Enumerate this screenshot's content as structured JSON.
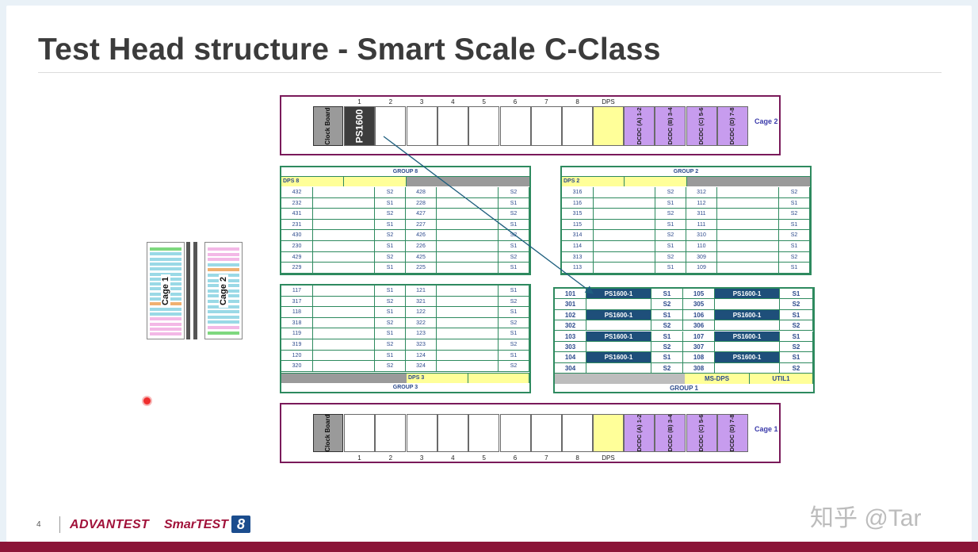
{
  "title": "Test Head structure - Smart Scale C-Class",
  "page_number": "4",
  "footer": {
    "logo_advantest": "ADVANTEST",
    "logo_smartest": "SmarTEST",
    "logo_version": "8"
  },
  "watermark": "知乎 @Tar",
  "cage_figure": {
    "left": "Cage 1",
    "right": "Cage 2"
  },
  "cage2_bar": {
    "clock": "Clock Board",
    "ps": "PS1600",
    "slot_numbers": [
      "1",
      "2",
      "3",
      "4",
      "5",
      "6",
      "7",
      "8"
    ],
    "dps": "DPS",
    "dcdc": [
      "DCDC (A) 1-2",
      "DCDC (B) 3-4",
      "DCDC (C) 5-6",
      "DCDC (D) 7-8"
    ],
    "cage": "Cage 2"
  },
  "cage1_bar": {
    "clock": "Clock Board",
    "slot_numbers": [
      "1",
      "2",
      "3",
      "4",
      "5",
      "6",
      "7",
      "8"
    ],
    "dps": "DPS",
    "dcdc": [
      "DCDC (A) 1-2",
      "DCDC (B) 3-4",
      "DCDC (C) 5-6",
      "DCDC (D) 7-8"
    ],
    "cage": "Cage 1"
  },
  "group8": {
    "title": "GROUP 8",
    "dps": "DPS 8",
    "rows": [
      [
        "432",
        "S2",
        "428",
        "S2"
      ],
      [
        "232",
        "S1",
        "228",
        "S1"
      ],
      [
        "431",
        "S2",
        "427",
        "S2"
      ],
      [
        "231",
        "S1",
        "227",
        "S1"
      ],
      [
        "430",
        "S2",
        "426",
        "S2"
      ],
      [
        "230",
        "S1",
        "226",
        "S1"
      ],
      [
        "429",
        "S2",
        "425",
        "S2"
      ],
      [
        "229",
        "S1",
        "225",
        "S1"
      ]
    ]
  },
  "group2": {
    "title": "GROUP 2",
    "dps": "DPS 2",
    "rows": [
      [
        "316",
        "S2",
        "312",
        "S2"
      ],
      [
        "116",
        "S1",
        "112",
        "S1"
      ],
      [
        "315",
        "S2",
        "311",
        "S2"
      ],
      [
        "115",
        "S1",
        "111",
        "S1"
      ],
      [
        "314",
        "S2",
        "310",
        "S2"
      ],
      [
        "114",
        "S1",
        "110",
        "S1"
      ],
      [
        "313",
        "S2",
        "309",
        "S2"
      ],
      [
        "113",
        "S1",
        "109",
        "S1"
      ]
    ]
  },
  "group3": {
    "title": "GROUP 3",
    "dps": "DPS 3",
    "rows": [
      [
        "117",
        "S1",
        "121",
        "S1"
      ],
      [
        "317",
        "S2",
        "321",
        "S2"
      ],
      [
        "118",
        "S1",
        "122",
        "S1"
      ],
      [
        "318",
        "S2",
        "322",
        "S2"
      ],
      [
        "119",
        "S1",
        "123",
        "S1"
      ],
      [
        "319",
        "S2",
        "323",
        "S2"
      ],
      [
        "120",
        "S1",
        "124",
        "S1"
      ],
      [
        "320",
        "S2",
        "324",
        "S2"
      ]
    ]
  },
  "group1": {
    "title": "GROUP 1",
    "ms_dps": "MS-DPS",
    "util": "UTIL1",
    "rows": [
      [
        "101",
        "PS1600-1",
        "S1",
        "105",
        "PS1600-1",
        "S1"
      ],
      [
        "301",
        "",
        "S2",
        "305",
        "",
        "S2"
      ],
      [
        "102",
        "PS1600-1",
        "S1",
        "106",
        "PS1600-1",
        "S1"
      ],
      [
        "302",
        "",
        "S2",
        "306",
        "",
        "S2"
      ],
      [
        "103",
        "PS1600-1",
        "S1",
        "107",
        "PS1600-1",
        "S1"
      ],
      [
        "303",
        "",
        "S2",
        "307",
        "",
        "S2"
      ],
      [
        "104",
        "PS1600-1",
        "S1",
        "108",
        "PS1600-1",
        "S1"
      ],
      [
        "304",
        "",
        "S2",
        "308",
        "",
        "S2"
      ]
    ]
  },
  "colors": {
    "accent_bar": "#8b1437",
    "group_border": "#2e8a5f",
    "cage_border": "#7a1a5a",
    "dps": "#ffff99",
    "dcdc": "#c79cee",
    "ps_cell": "#1e4f7a"
  }
}
